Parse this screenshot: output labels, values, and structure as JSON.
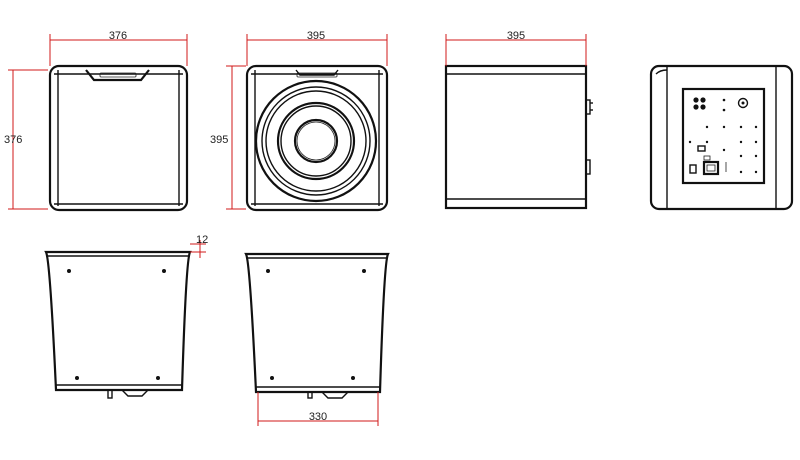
{
  "dimensions": {
    "front_width": "376",
    "front_height": "376",
    "grille_width": "395",
    "grille_height": "395",
    "side_width": "395",
    "top_offset": "12",
    "base_width": "330"
  }
}
